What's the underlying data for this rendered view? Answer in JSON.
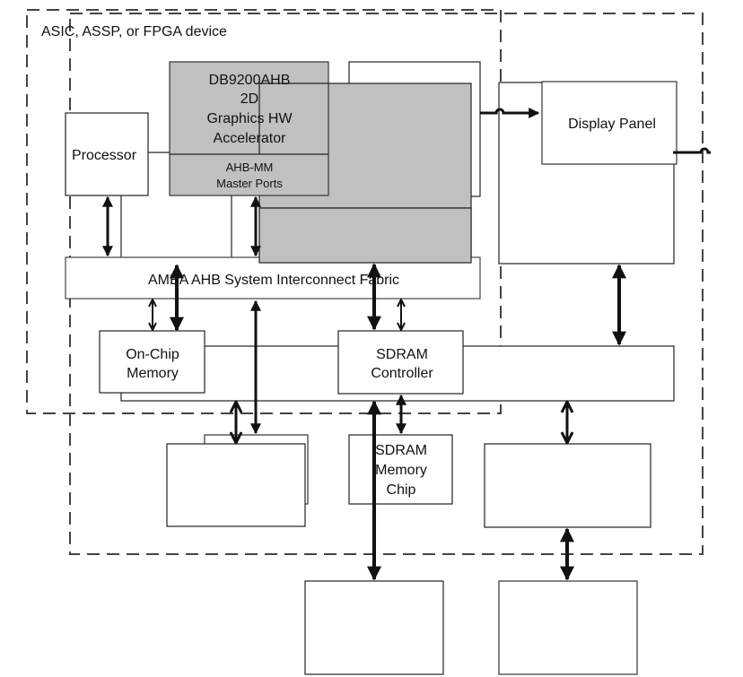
{
  "diagram": {
    "device_label": "ASIC, ASSP, or FPGA device",
    "accelerator": {
      "lines": [
        "DB9200AHB",
        "2D",
        "Graphics HW",
        "Accelerator"
      ],
      "ports_lines": [
        "AHB-MM",
        "Master Ports"
      ]
    },
    "processor": "Processor",
    "display_panel": "Display Panel",
    "bus": "AMBA AHB System Interconnect Fabric",
    "on_chip_memory": [
      "On-Chip",
      "Memory"
    ],
    "sdram_controller": [
      "SDRAM",
      "Controller"
    ],
    "sdram_chip": [
      "SDRAM",
      "Memory",
      "Chip"
    ],
    "colors": {
      "accelerator_fill": "#c0c0c0",
      "box_fill": "#ffffff",
      "line": "#111111",
      "dash": "#444444"
    }
  }
}
